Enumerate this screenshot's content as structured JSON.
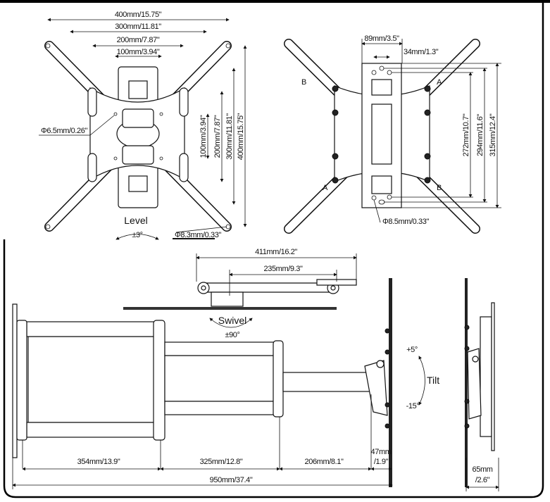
{
  "front_view_tv_plate": {
    "dims_horizontal": [
      "400mm/15.75\"",
      "300mm/11.81\"",
      "200mm/7.87\"",
      "100mm/3.94\""
    ],
    "dims_vertical": [
      "100mm/3.94\"",
      "200mm/7.87\"",
      "300mm/11.81\"",
      "400mm/15.75\""
    ],
    "hole_small": "Φ6.5mm/0.26\"",
    "hole_large": "Φ8.3mm/0.33\"",
    "level_label": "Level",
    "level_range": "±3°"
  },
  "back_view_wall_plate": {
    "width_dim": "89mm/3.5\"",
    "hole_spacing_dim": "34mm/1.3\"",
    "dims_vertical": [
      "272mm/10.7\"",
      "294mm/11.6\"",
      "315mm/12.4\""
    ],
    "hole": "Φ8.5mm/0.33\"",
    "arm_markings": [
      "A",
      "B",
      "A",
      "B"
    ]
  },
  "top_view": {
    "dims": [
      "411mm/16.2\"",
      "235mm/9.3\""
    ],
    "swivel_label": "Swivel",
    "swivel_range": "±90°"
  },
  "side_view": {
    "tilt_label": "Tilt",
    "tilt_up": "+5°",
    "tilt_down": "-15°",
    "segment_dims": [
      "354mm/13.9\"",
      "325mm/12.8\"",
      "206mm/8.1\""
    ],
    "plate_dim_line1": "47mm",
    "plate_dim_line2": "/1.9\"",
    "total_extension": "950mm/37.4\""
  },
  "profile_view": {
    "depth_line1": "65mm",
    "depth_line2": "/2.6\""
  }
}
